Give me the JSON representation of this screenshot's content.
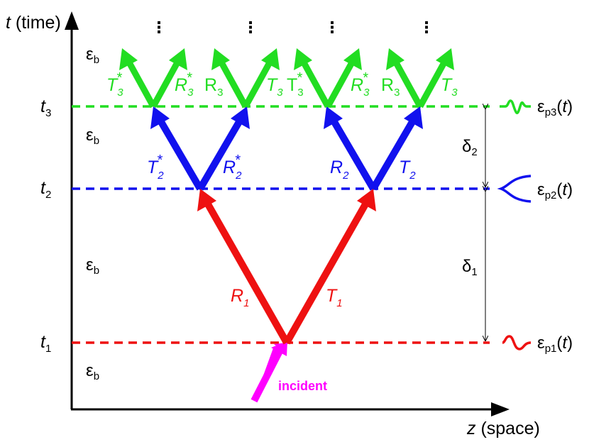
{
  "axes": {
    "t_label_italic": "t",
    "t_label_rest": " (time)",
    "z_label_italic": "z",
    "z_label_rest": " (space)"
  },
  "times": [
    {
      "main": "t",
      "sub": "3"
    },
    {
      "main": "t",
      "sub": "2"
    },
    {
      "main": "t",
      "sub": "1"
    }
  ],
  "eps_b": {
    "main": "ε",
    "sub": "b"
  },
  "deltas": [
    {
      "main": "δ",
      "sub": "2"
    },
    {
      "main": "δ",
      "sub": "1"
    }
  ],
  "pulses": [
    {
      "main": "ε",
      "sub": "p3",
      "arg_open": "(",
      "arg": "t",
      "arg_close": ")",
      "color": "#22dd22"
    },
    {
      "main": "ε",
      "sub": "p2",
      "arg_open": "(",
      "arg": "t",
      "arg_close": ")",
      "color": "#1111ee"
    },
    {
      "main": "ε",
      "sub": "p1",
      "arg_open": "(",
      "arg": "t",
      "arg_close": ")",
      "color": "#ee1111"
    }
  ],
  "incident": "incident",
  "coefficients": {
    "R1": {
      "main": "R",
      "sub": "1"
    },
    "T1": {
      "main": "T",
      "sub": "1"
    },
    "T2star": {
      "main": "T",
      "sub": "2",
      "sup": "*"
    },
    "R2star": {
      "main": "R",
      "sub": "2",
      "sup": "*"
    },
    "R2": {
      "main": "R",
      "sub": "2"
    },
    "T2": {
      "main": "T",
      "sub": "2"
    },
    "g1": {
      "main": "T",
      "sub": "3",
      "sup": "*"
    },
    "g2": {
      "main": "R",
      "sub": "3",
      "sup": "*"
    },
    "g3": {
      "main": "R",
      "sub": "3"
    },
    "g4": {
      "main": "T",
      "sub": "3"
    },
    "g5": {
      "main": "T",
      "sub": "3",
      "sup": "*"
    },
    "g6": {
      "main": "R",
      "sub": "3",
      "sup": "*"
    },
    "g7": {
      "main": "R",
      "sub": "3"
    },
    "g8": {
      "main": "T",
      "sub": "3"
    }
  },
  "ellipsis": "⋮",
  "colors": {
    "red": "#ee1111",
    "blue": "#1111ee",
    "green": "#22dd22",
    "magenta": "#ff00ff",
    "axis": "#000000"
  }
}
